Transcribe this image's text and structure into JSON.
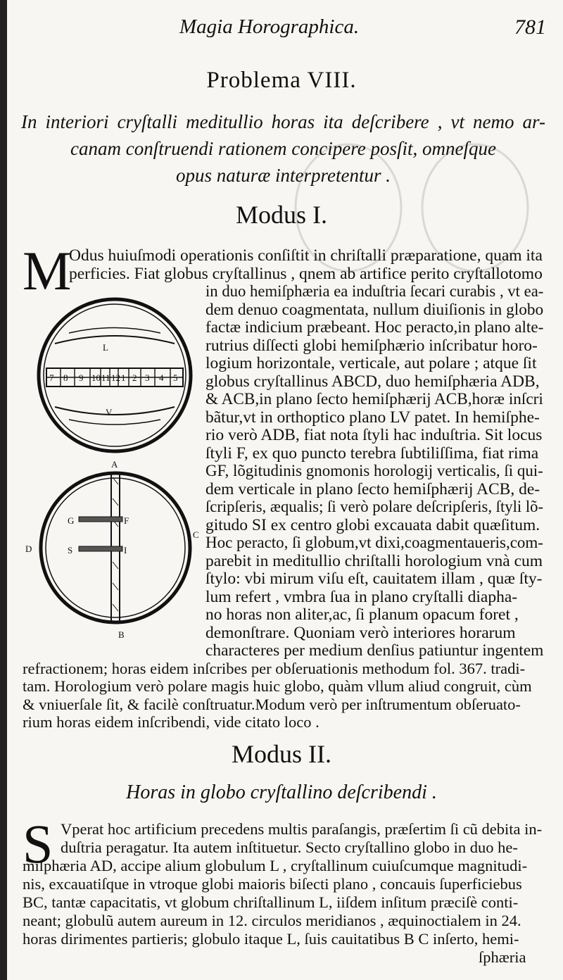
{
  "header": {
    "running_title": "Magia Horographica.",
    "page_number": "781"
  },
  "problem": {
    "title": "Problema VIII.",
    "subtitle_lines": [
      "In interiori cryſtalli meditullio horas ita deſcribere , vt nemo ar-",
      "canam conſtruendi rationem concipere posſit, omneſque",
      "opus naturæ interpretentur ."
    ]
  },
  "modus1": {
    "heading": "Modus I.",
    "dropcap": "M",
    "lines": [
      "Odus huiuſmodi operationis conſiſtit in chriſtalli præparatione, quam ita",
      "perficies. Fiat globus cryſtallinus , qnem ab artifice perito cryſtallotomo",
      "in duo hemiſphæria ea induſtria ſecari curabis , vt ea-",
      "dem denuo coagmentata, nullum diuiſionis in globo",
      "factæ indicium præbeant. Hoc peracto,in plano alte-",
      "rutrius diſſecti globi hemiſphærio inſcribatur horo-",
      "logium horizontale, verticale, aut polare ; atque ſit",
      "globus cryſtallinus ABCD, duo hemiſphæria ADB,",
      "& ACB,in plano ſecto hemiſphærij ACB,horæ inſcri",
      "bãtur,vt in orthoptico plano LV patet. In hemiſphe-",
      "rio verò ADB, fiat nota ſtyli hac induſtria. Sit locus",
      "ſtyli F, ex quo puncto terebra ſubtiliſſima, fiat rima",
      "GF, lõgitudinis gnomonis horologij verticalis, ſi qui-",
      "dem verticale in plano ſecto hemiſphærij ACB, de-",
      "ſcripſeris, æqualis; ſi verò polare deſcripſeris, ſtyli lõ-",
      "gitudo SI ex centro globi excauata dabit quæſitum.",
      "Hoc peracto, ſi globum,vt dixi,coagmentaueris,com-",
      "parebit in meditullio chriſtalli horologium vnà cum",
      "ſtylo: vbi mirum viſu eſt, cauitatem illam , quæ ſty-",
      "lum refert , vmbra ſua in plano cryſtalli diapha-",
      "no horas non aliter,ac, ſi planum opacum foret ,",
      "demonſtrare. Quoniam verò interiores horarum",
      "characteres per medium denſius patiuntur ingentem",
      "refractionem; horas eidem inſcribes per obſeruationis methodum fol. 367. tradi-",
      "tam. Horologium verò polare magis huic globo, quàm vllum aliud congruit, cùm",
      "& vniuerſale ſit, & facilè conſtruatur.Modum verò per inſtrumentum obſeruato-",
      "rium horas eidem inſcribendi, vide citato loco ."
    ]
  },
  "figures": {
    "top_globe": {
      "labels": [
        "L",
        "V",
        "7",
        "8",
        "9",
        "10",
        "11",
        "12",
        "1",
        "2",
        "3",
        "4",
        "5"
      ]
    },
    "bottom_globe": {
      "labels": [
        "A",
        "B",
        "C",
        "D",
        "G",
        "F",
        "S",
        "I"
      ]
    }
  },
  "modus2": {
    "heading": "Modus II.",
    "subtitle": "Horas in globo cryſtallino deſcribendi .",
    "dropcap": "S",
    "lines": [
      "Vperat hoc artificium precedens multis paraſangis, præſertim ſi cũ debita in-",
      "duſtria peragatur. Ita autem inſtituetur. Secto cryſtallino globo in duo he-",
      "miſphæria AD, accipe alium globulum L , cryſtallinum cuiuſcumque magnitudi-",
      "nis, excauatiſque in vtroque globi maioris biſecti plano , concauis ſuperficiebus",
      "BC, tantæ capacitatis, vt globum chriſtallinum L, iiſdem inſitum præciſè conti-",
      "neant; globulũ autem aureum in 12. circulos meridianos , æquinoctialem in 24.",
      "horas dirimentes partieris; globulo itaque L, ſuis cauitatibus B C inſerto, hemi-",
      "ſphæria"
    ]
  }
}
